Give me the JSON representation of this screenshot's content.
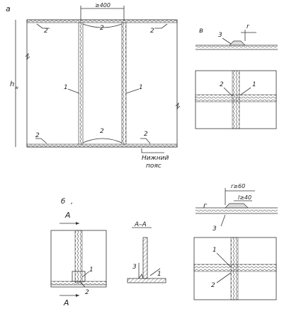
{
  "panels": {
    "a": {
      "letter": "а",
      "dim_400": "≥400",
      "dim_hw": "h",
      "dim_hw_sub": "w",
      "callout_1": "1",
      "callout_2": "2",
      "bottom_chord_line1": "Нижний",
      "bottom_chord_line2": "пояс"
    },
    "b": {
      "letter": "б",
      "section_mark": "А",
      "section_title": "А–А",
      "callout_1": "1",
      "callout_2": "2",
      "callout_3": "3"
    },
    "v": {
      "letter": "в",
      "callout_r": "r",
      "callout_1": "1",
      "callout_2": "2",
      "callout_3": "3"
    },
    "g": {
      "letter": "г",
      "dim_r": "r≥60",
      "dim_l": "l≥40",
      "callout_1": "1",
      "callout_2": "2",
      "callout_3": "3"
    }
  }
}
